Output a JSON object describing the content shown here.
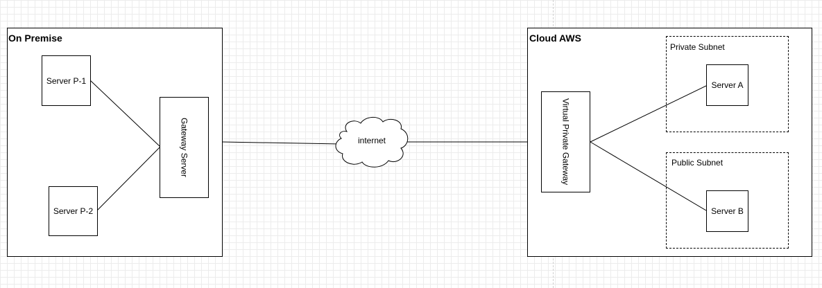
{
  "on_premise": {
    "title": "On Premise",
    "server_p1": "Server P-1",
    "server_p2": "Server P-2",
    "gateway_server": "Gateway Server"
  },
  "internet": {
    "label": "internet"
  },
  "cloud_aws": {
    "title": "Cloud AWS",
    "vpg": "Virtual Private Gateway",
    "private_subnet": {
      "title": "Private Subnet",
      "server": "Server A"
    },
    "public_subnet": {
      "title": "Public Subnet",
      "server": "Server B"
    }
  }
}
